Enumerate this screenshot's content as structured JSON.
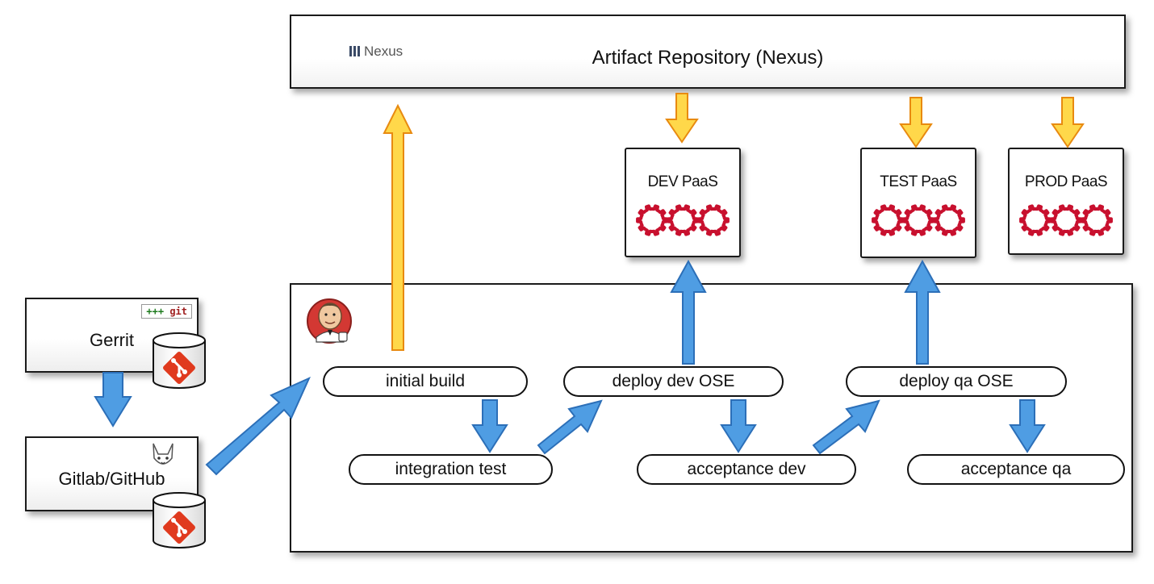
{
  "repository": {
    "title": "Artifact Repository (Nexus)",
    "logo_text": "Nexus"
  },
  "environments": [
    {
      "label": "DEV PaaS"
    },
    {
      "label": "TEST PaaS"
    },
    {
      "label": "PROD PaaS"
    }
  ],
  "sources": {
    "gerrit_label": "Gerrit",
    "gerrit_badge": "+++ git",
    "gitlab_label": "Gitlab/GitHub"
  },
  "pipeline": {
    "stages": [
      {
        "label": "initial build"
      },
      {
        "label": "integration test"
      },
      {
        "label": "deploy dev OSE"
      },
      {
        "label": "acceptance dev"
      },
      {
        "label": "deploy qa OSE"
      },
      {
        "label": "acceptance qa"
      }
    ]
  },
  "colors": {
    "blue_arrow": "#4f9de3",
    "blue_arrow_stroke": "#2c6fb8",
    "yellow_arrow": "#ffd84a",
    "yellow_arrow_stroke": "#e88a10",
    "gear_red": "#c8102e",
    "git_orange": "#e03a1e"
  }
}
